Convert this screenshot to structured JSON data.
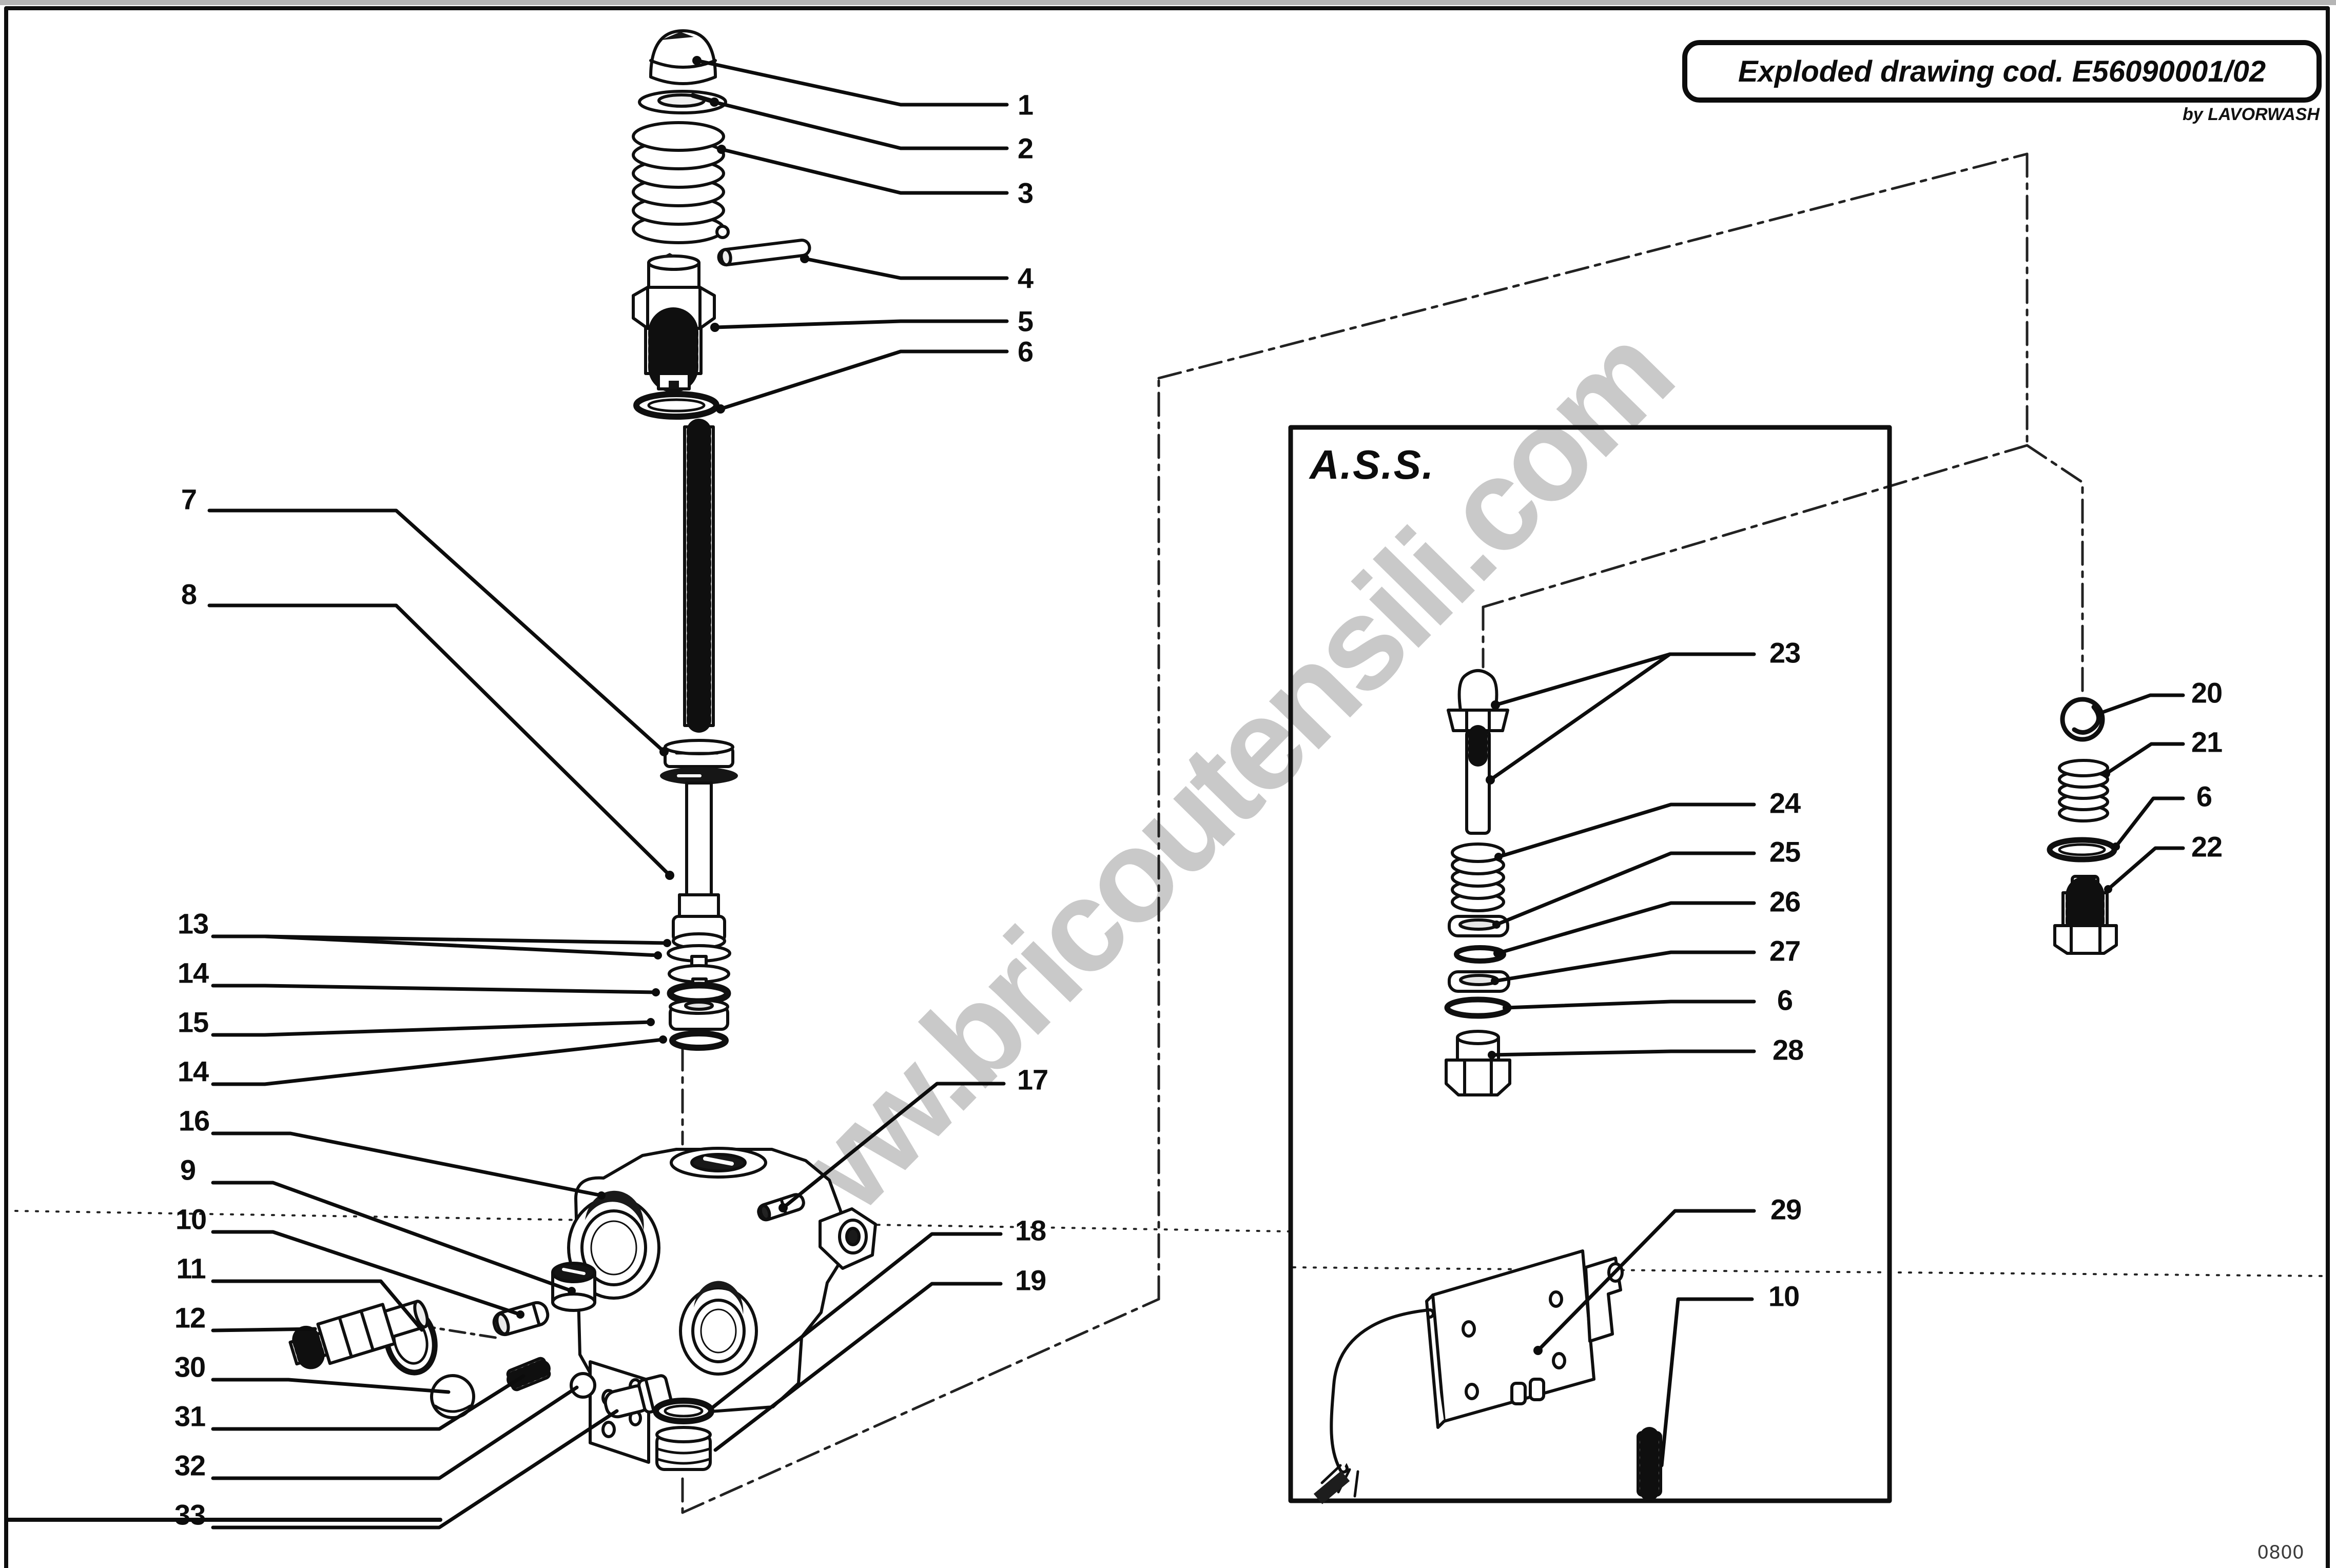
{
  "title_box": {
    "title": "Exploded drawing cod. E56090001/02",
    "byline": "by LAVORWASH"
  },
  "inset_box": {
    "label": "A.S.S."
  },
  "watermark": {
    "text": "www.bricoutensili.com",
    "color": "#c9c9c9"
  },
  "page_code": "0800",
  "colors": {
    "line": "#0f0f0f",
    "background": "#ffffff",
    "watermark": "#c9c9c9"
  },
  "callouts": {
    "c1": "1",
    "c2": "2",
    "c3": "3",
    "c4": "4",
    "c5": "5",
    "c6": "6",
    "c7": "7",
    "c8": "8",
    "c9": "9",
    "c10": "10",
    "c11": "11",
    "c12": "12",
    "c13": "13",
    "c14a": "14",
    "c15": "15",
    "c14b": "14",
    "c16": "16",
    "c17": "17",
    "c18": "18",
    "c19": "19",
    "c23": "23",
    "c24": "24",
    "c25": "25",
    "c26": "26",
    "c27": "27",
    "c6b": "6",
    "c28": "28",
    "c29": "29",
    "c10b": "10",
    "c30": "30",
    "c31": "31",
    "c32": "32",
    "c33": "33",
    "c20": "20",
    "c21": "21",
    "c6c": "6",
    "c22": "22"
  }
}
